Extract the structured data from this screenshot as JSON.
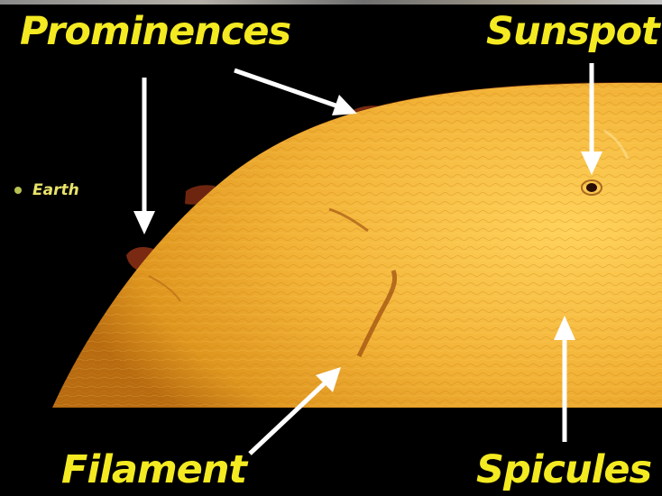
{
  "labels": {
    "prominences": "Prominences",
    "sunspot": "Sunspot",
    "filament": "Filament",
    "spicules": "Spicules",
    "earth": "Earth"
  },
  "colors": {
    "background": "#000000",
    "label_text": "#f4ea21",
    "earth_text": "#e8e26a",
    "earth_dot": "#b9c152",
    "sun_light": "#f7c24a",
    "sun_mid": "#e6a128",
    "sun_dark": "#b86b10",
    "arrow": "#ffffff",
    "prominence": "#7a2a12"
  }
}
